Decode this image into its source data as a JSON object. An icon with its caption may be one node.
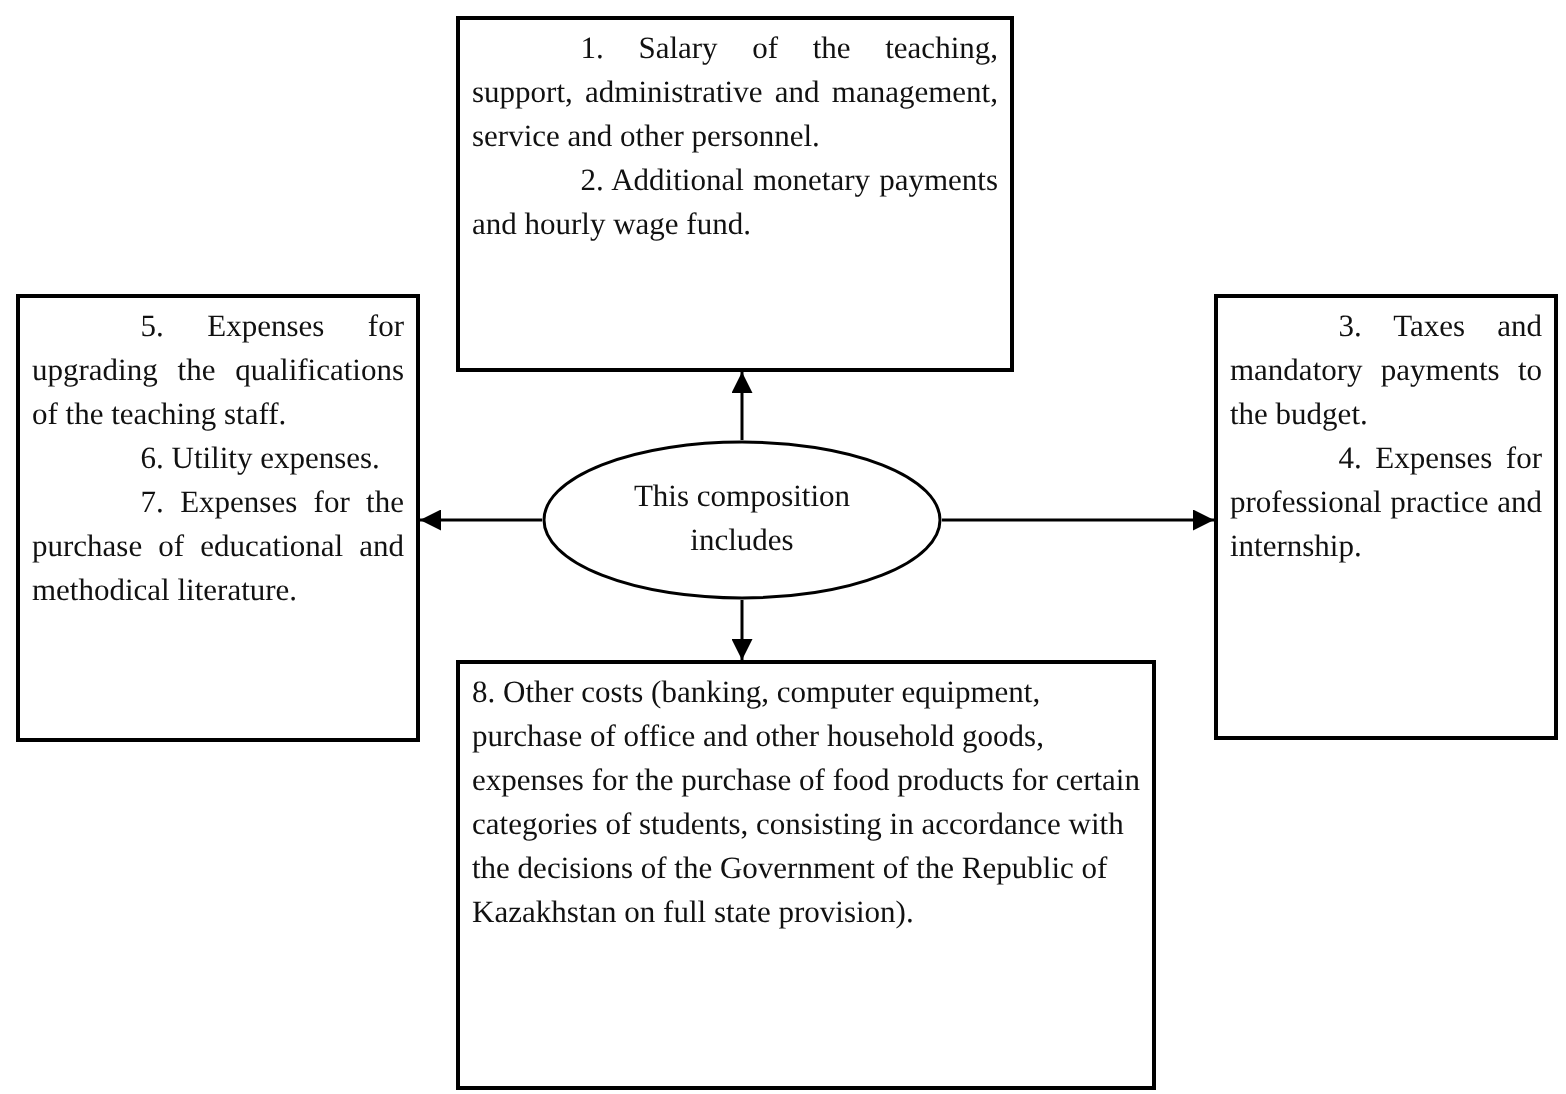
{
  "diagram": {
    "nodes": [
      {
        "text": [
          "1. Salary of the teaching, support, administrative and management, service and other personnel.",
          "2. Additional monetary payments and hourly wage fund."
        ]
      },
      {
        "text": [
          "5. Expenses for upgrading the qualifications of the teaching staff.",
          "6. Utility expenses.",
          "7. Expenses for the purchase of educational and methodical literature."
        ]
      },
      {
        "text": [
          "This composition includes"
        ]
      },
      {
        "text": [
          "3. Taxes and mandatory payments to the budget.",
          "4. Expenses for professional practice and internship."
        ]
      },
      {
        "text": [
          "8. Other costs (banking, computer equipment, purchase of office and other household goods, expenses for the purchase of food products for certain categories of students, consisting in accordance with the decisions of the Government of the Republic of Kazakhstan on full state provision)."
        ]
      }
    ],
    "edges": [
      {
        "from": 2,
        "to": 0,
        "arrow": "to"
      },
      {
        "from": 2,
        "to": 1,
        "arrow": "to"
      },
      {
        "from": 2,
        "to": 3,
        "arrow": "to"
      },
      {
        "from": 2,
        "to": 4,
        "arrow": "to"
      }
    ]
  }
}
